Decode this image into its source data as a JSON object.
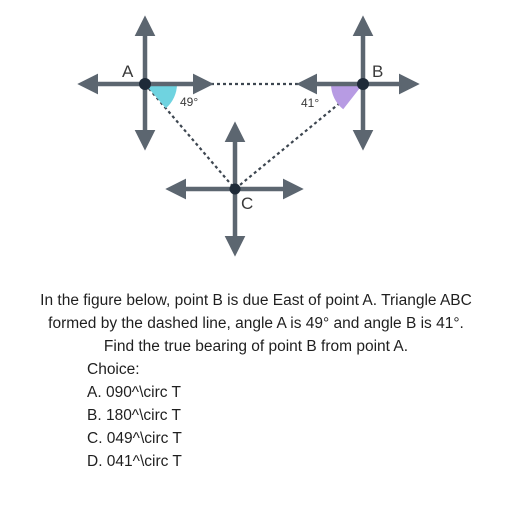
{
  "diagram": {
    "points": {
      "a": "A",
      "b": "B",
      "c": "C"
    },
    "angles": {
      "a": "49°",
      "b": "41°"
    },
    "colors": {
      "arrow": "#5c6670",
      "point": "#1e2a38",
      "angle_a": "#6fd3e0",
      "angle_b": "#b79be3",
      "dash": "#3d4650"
    }
  },
  "question": {
    "lines": [
      "In the figure below, point B is due East of point A. Triangle ABC",
      "formed by the dashed line, angle A is 49° and angle B is 41°.",
      "Find the true bearing of point B from point A."
    ],
    "choice_heading": "Choice:",
    "choices": [
      "A. 090^\\circ T",
      "B. 180^\\circ T",
      "C. 049^\\circ T",
      "D. 041^\\circ T"
    ]
  }
}
